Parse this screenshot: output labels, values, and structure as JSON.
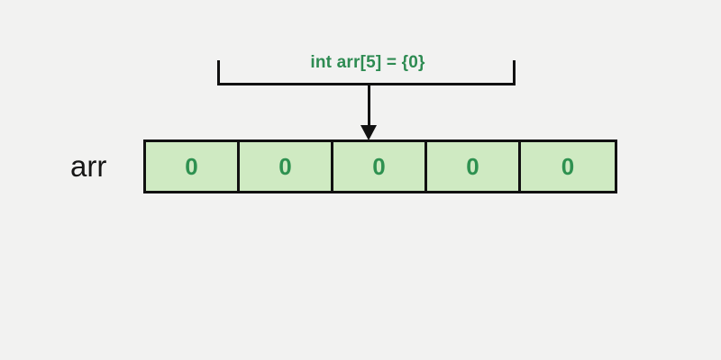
{
  "diagram": {
    "title": "array-initialization",
    "declaration_label": "int arr[5] = {0}",
    "array_name": "arr",
    "cells": [
      {
        "index": 0,
        "value": "0"
      },
      {
        "index": 1,
        "value": "0"
      },
      {
        "index": 2,
        "value": "0"
      },
      {
        "index": 3,
        "value": "0"
      },
      {
        "index": 4,
        "value": "0"
      }
    ],
    "annotation": {
      "arrow_target_cell_index": 2,
      "bracket_spans_label": true
    },
    "colors": {
      "background": "#f2f2f1",
      "cell_fill": "#cfeac2",
      "cell_border": "#111111",
      "value_text": "#2e9150",
      "label_text": "#2e8b52",
      "array_name_text": "#161616",
      "connector": "#111111"
    }
  }
}
